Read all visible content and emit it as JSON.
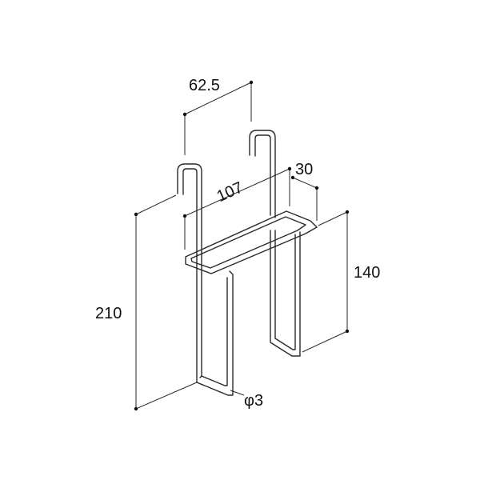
{
  "dimensions": {
    "width_top": "62.5",
    "depth": "30",
    "length": "107",
    "height_total": "210",
    "height_holder": "140",
    "wire_diameter": "φ3"
  },
  "colors": {
    "line": "#2a2a2a",
    "background": "#ffffff"
  }
}
